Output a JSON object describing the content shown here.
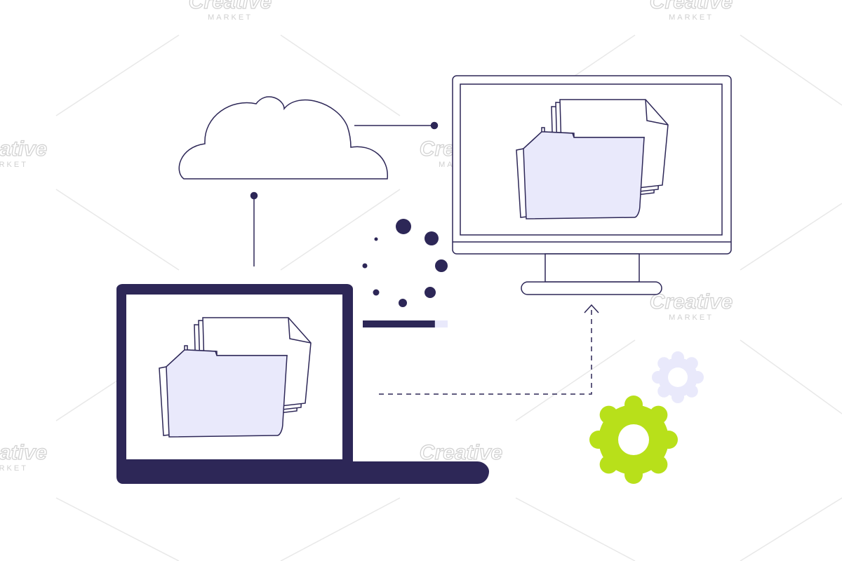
{
  "colors": {
    "background": "#ffffff",
    "outline": "#2d2757",
    "folder_fill": "#e9e9fb",
    "laptop_body": "#2d2757",
    "gear_large": "#b8e01a",
    "gear_small": "#e9e9fb",
    "watermark": "#d0d0d0"
  },
  "icons": {
    "cloud": "cloud-icon",
    "desktop": "desktop-monitor-icon",
    "laptop": "laptop-icon",
    "folder": "folder-icon",
    "loader": "loading-spinner-icon",
    "gear": "gear-icon",
    "arrow": "arrow-up-icon"
  },
  "transfer_progress": 0.85,
  "watermark": {
    "line1": "Creative",
    "line2": "MARKET"
  }
}
